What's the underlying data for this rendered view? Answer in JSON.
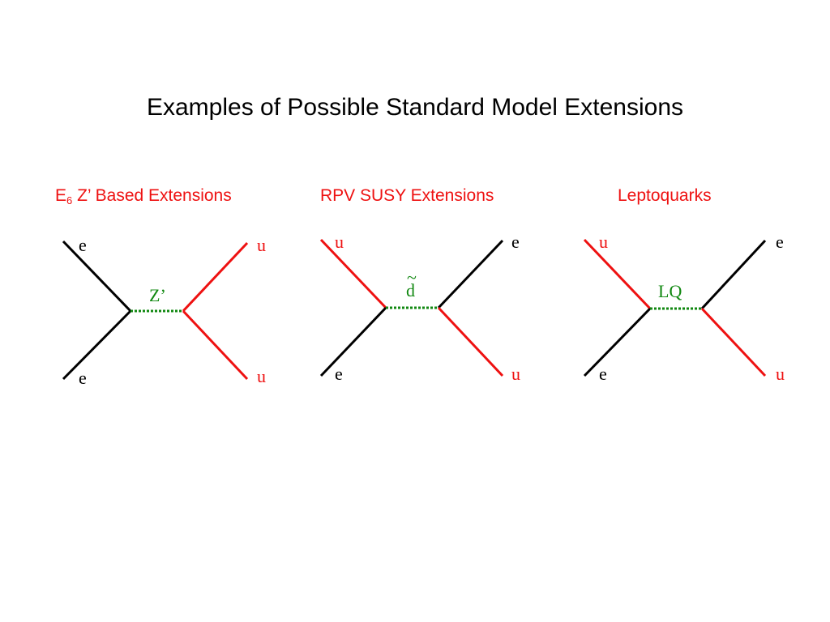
{
  "slide": {
    "title": "Examples of Possible Standard Model Extensions"
  },
  "colors": {
    "heading": "#ee1111",
    "electron_line": "#000000",
    "quark_line": "#ee1111",
    "mediator_line": "#118811"
  },
  "sections": {
    "e6": {
      "heading_prefix": "E",
      "heading_subscript": "6",
      "heading_rest": " Z’ Based Extensions",
      "labels": {
        "top_left": "e",
        "bottom_left": "e",
        "top_right": "u",
        "bottom_right": "u",
        "mediator": "Z’"
      }
    },
    "rpv": {
      "heading": "RPV SUSY Extensions",
      "labels": {
        "top_left": "u",
        "bottom_left": "e",
        "top_right": "e",
        "bottom_right": "u",
        "mediator": "d",
        "mediator_accent": "~"
      }
    },
    "lq": {
      "heading": "Leptoquarks",
      "labels": {
        "top_left": "u",
        "bottom_left": "e",
        "top_right": "e",
        "bottom_right": "u",
        "mediator": "LQ"
      }
    }
  }
}
